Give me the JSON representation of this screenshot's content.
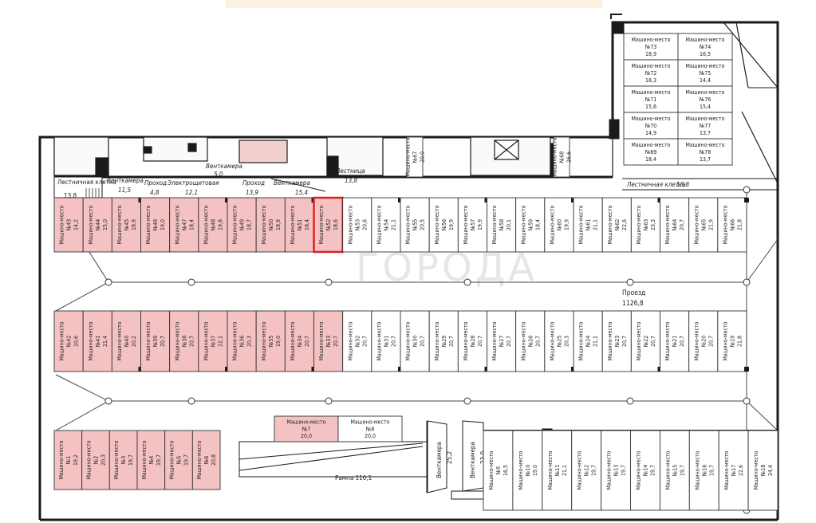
{
  "colors": {
    "sold": "#f4c2c2",
    "highlight": "#e02020",
    "wall": "#1a1a1a",
    "line": "#333333",
    "banner": "#fdf1e0"
  },
  "watermark": "ГОРОДА",
  "rooms": {
    "stair_left": "Лестничная клетка",
    "stair_left_area": "13,8",
    "vent1": "Венткамера",
    "vent1_area": "11,5",
    "pass1": "Проход",
    "pass1_area": "4,8",
    "elec": "Электрощитовая",
    "elec_area": "12,1",
    "vent2": "Венткамера",
    "vent2_area": "5,0",
    "pass2": "Проход",
    "pass2_area": "13,9",
    "vent3": "Венткамера",
    "vent3_area": "15,4",
    "stair_mid": "Лестница",
    "stair_mid_area": "13,8",
    "stair_right": "Лестничная клетка",
    "stair_right_area": "13,8",
    "driveway": "Проезд",
    "driveway_area": "1126,8",
    "ramp": "Рампа 110,1",
    "vent4": "Венткамера",
    "vent4_area": "25,2",
    "vent5": "Венткамера",
    "vent5_area": "23,0"
  },
  "spot_label": "Машино-место",
  "spots": {
    "tower": [
      {
        "num": "№73",
        "area": "18,9"
      },
      {
        "num": "№74",
        "area": "16,5"
      },
      {
        "num": "№72",
        "area": "18,3"
      },
      {
        "num": "№75",
        "area": "14,4"
      },
      {
        "num": "№71",
        "area": "15,6"
      },
      {
        "num": "№76",
        "area": "15,4"
      },
      {
        "num": "№70",
        "area": "14,9"
      },
      {
        "num": "№77",
        "area": "13,7"
      },
      {
        "num": "№69",
        "area": "18,4"
      },
      {
        "num": "№78",
        "area": "13,7"
      }
    ],
    "row1": [
      {
        "num": "№43",
        "area": "14,2",
        "sold": true
      },
      {
        "num": "№44",
        "area": "15,0",
        "sold": true
      },
      {
        "num": "№45",
        "area": "18,9",
        "sold": true
      },
      {
        "num": "№46",
        "area": "19,0",
        "sold": true
      },
      {
        "num": "№47",
        "area": "18,4",
        "sold": true
      },
      {
        "num": "№48",
        "area": "19,8",
        "sold": true
      },
      {
        "num": "№49",
        "area": "18,7",
        "sold": true
      },
      {
        "num": "№50",
        "area": "18,9",
        "sold": true
      },
      {
        "num": "№51",
        "area": "18,4",
        "sold": true
      },
      {
        "num": "№52",
        "area": "18,6",
        "sold": true,
        "highlight": true
      },
      {
        "num": "№53",
        "area": "20,6"
      },
      {
        "num": "№54",
        "area": "21,1"
      },
      {
        "num": "№55",
        "area": "20,5"
      },
      {
        "num": "№56",
        "area": "19,9"
      },
      {
        "num": "№57",
        "area": "19,9"
      },
      {
        "num": "№58",
        "area": "20,1"
      },
      {
        "num": "№59",
        "area": "18,4"
      },
      {
        "num": "№60",
        "area": "19,9"
      },
      {
        "num": "№61",
        "area": "21,1"
      },
      {
        "num": "№62",
        "area": "22,6"
      },
      {
        "num": "№63",
        "area": "23,3"
      },
      {
        "num": "№64",
        "area": "20,7"
      },
      {
        "num": "№65",
        "area": "21,9"
      },
      {
        "num": "№66",
        "area": "21,8"
      }
    ],
    "row1_upper": [
      {
        "num": "№67",
        "area": "20,0"
      },
      {
        "num": "№68",
        "area": "26,6"
      }
    ],
    "row2": [
      {
        "num": "№42",
        "area": "20,6",
        "sold": true
      },
      {
        "num": "№41",
        "area": "21,4",
        "sold": true
      },
      {
        "num": "№40",
        "area": "20,2",
        "sold": true
      },
      {
        "num": "№39",
        "area": "20,7",
        "sold": true
      },
      {
        "num": "№38",
        "area": "20,7",
        "sold": true
      },
      {
        "num": "№37",
        "area": "22,1",
        "sold": true
      },
      {
        "num": "№36",
        "area": "20,3",
        "sold": true
      },
      {
        "num": "№35",
        "area": "19,0",
        "sold": true
      },
      {
        "num": "№34",
        "area": "20,7",
        "sold": true
      },
      {
        "num": "№33",
        "area": "20,7",
        "sold": true
      },
      {
        "num": "№32",
        "area": "20,7"
      },
      {
        "num": "№31",
        "area": "20,7"
      },
      {
        "num": "№30",
        "area": "20,7"
      },
      {
        "num": "№29",
        "area": "20,7"
      },
      {
        "num": "№28",
        "area": "20,7"
      },
      {
        "num": "№27",
        "area": "20,7"
      },
      {
        "num": "№26",
        "area": "20,7"
      },
      {
        "num": "№25",
        "area": "20,3"
      },
      {
        "num": "№24",
        "area": "21,1"
      },
      {
        "num": "№23",
        "area": "20,7"
      },
      {
        "num": "№22",
        "area": "20,7"
      },
      {
        "num": "№21",
        "area": "20,7"
      },
      {
        "num": "№20",
        "area": "20,7"
      },
      {
        "num": "№19",
        "area": "21,8"
      }
    ],
    "row3_left": [
      {
        "num": "№1",
        "area": "19,2",
        "sold": true
      },
      {
        "num": "№2",
        "area": "20,3",
        "sold": true
      },
      {
        "num": "№3",
        "area": "19,7",
        "sold": true
      },
      {
        "num": "№4",
        "area": "19,7",
        "sold": true
      },
      {
        "num": "№5",
        "area": "19,7",
        "sold": true
      },
      {
        "num": "№6",
        "area": "20,8",
        "sold": true
      }
    ],
    "row3_mid": [
      {
        "num": "№7",
        "area": "20,0",
        "sold": true
      },
      {
        "num": "№8",
        "area": "20,0"
      }
    ],
    "row3_right": [
      {
        "num": "№9",
        "area": "16,5"
      },
      {
        "num": "№10",
        "area": "19,0"
      },
      {
        "num": "№11",
        "area": "21,1"
      },
      {
        "num": "№12",
        "area": "19,7"
      },
      {
        "num": "№13",
        "area": "19,7"
      },
      {
        "num": "№14",
        "area": "19,7"
      },
      {
        "num": "№15",
        "area": "19,7"
      },
      {
        "num": "№16",
        "area": "19,7"
      },
      {
        "num": "№17",
        "area": "22,6"
      },
      {
        "num": "№18",
        "area": "24,4"
      }
    ]
  }
}
